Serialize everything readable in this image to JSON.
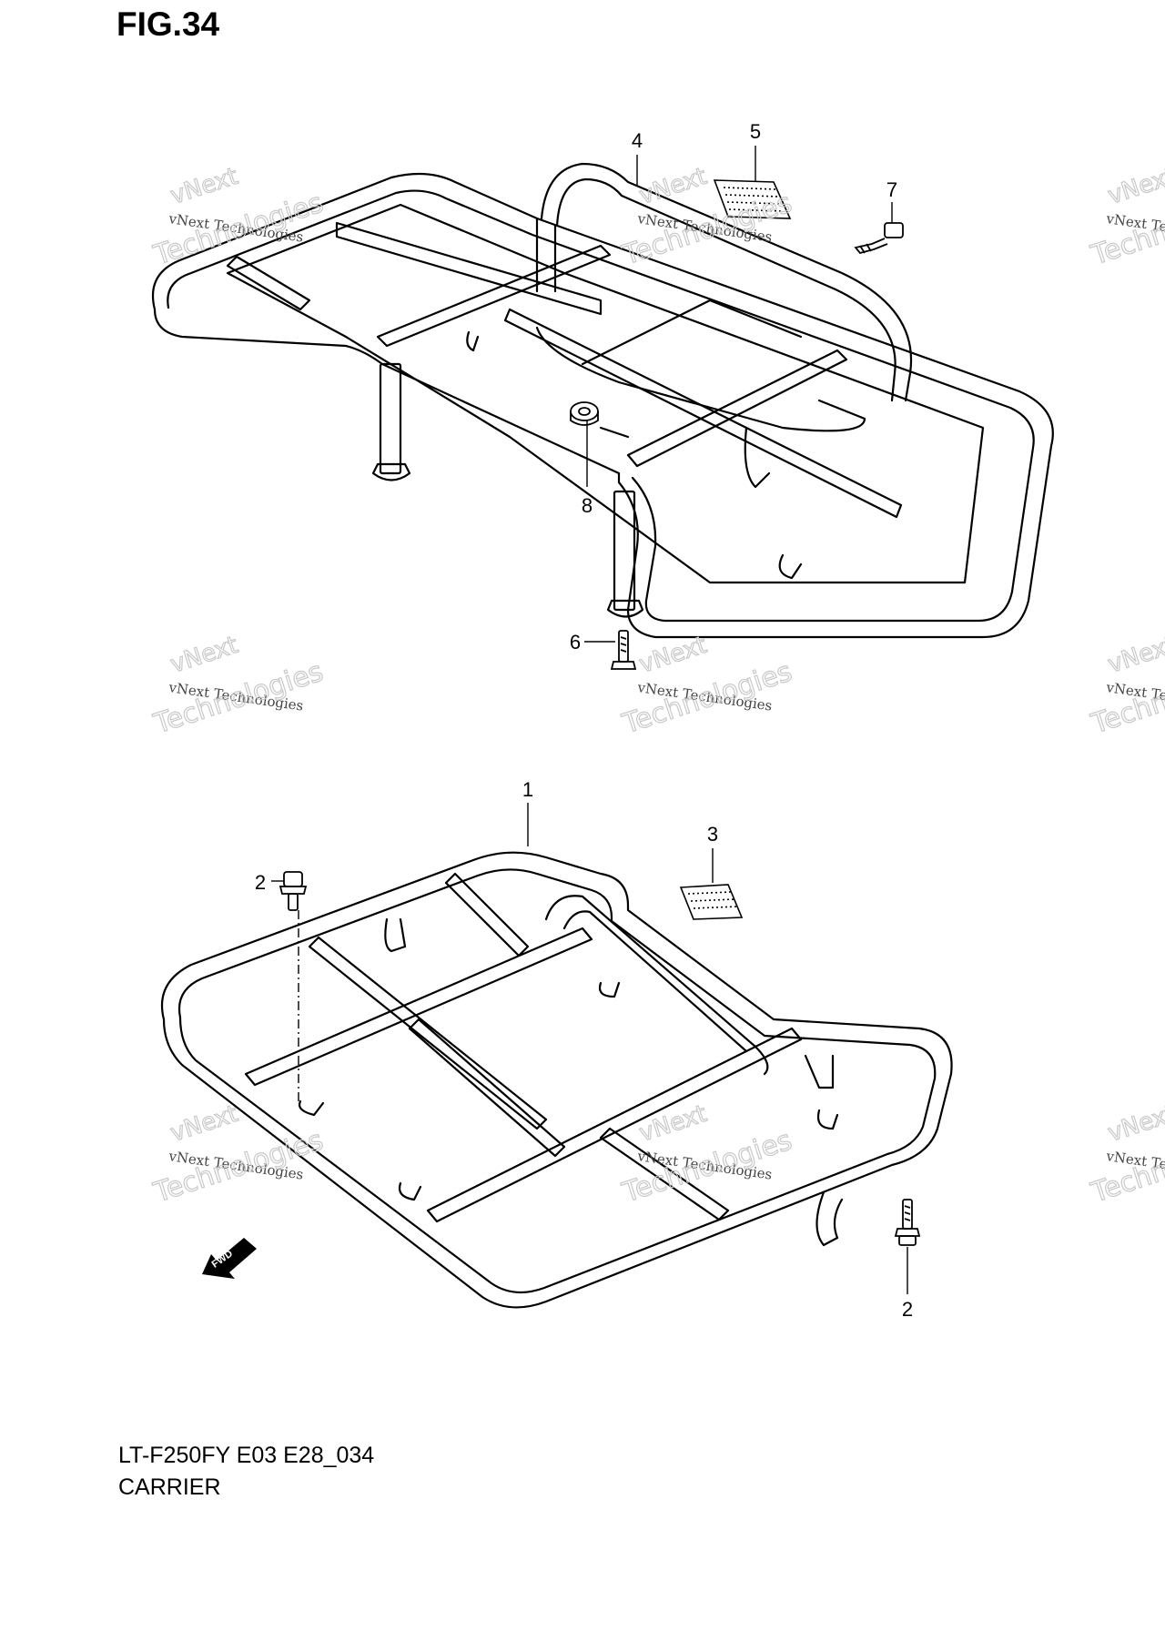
{
  "figure": {
    "title": "FIG.34"
  },
  "footer": {
    "model": "LT-F250FY E03 E28_034",
    "name": "CARRIER"
  },
  "callouts": [
    {
      "id": "c4",
      "label": "4"
    },
    {
      "id": "c5",
      "label": "5"
    },
    {
      "id": "c7",
      "label": "7"
    },
    {
      "id": "c8",
      "label": "8"
    },
    {
      "id": "c6",
      "label": "6"
    },
    {
      "id": "c1",
      "label": "1"
    },
    {
      "id": "c3",
      "label": "3"
    },
    {
      "id": "c2a",
      "label": "2"
    },
    {
      "id": "c2b",
      "label": "2"
    }
  ],
  "watermark": {
    "line1": "vNext Technologies",
    "line2": "vNext",
    "line3": "Technologies"
  },
  "fwd_label": "FWD"
}
